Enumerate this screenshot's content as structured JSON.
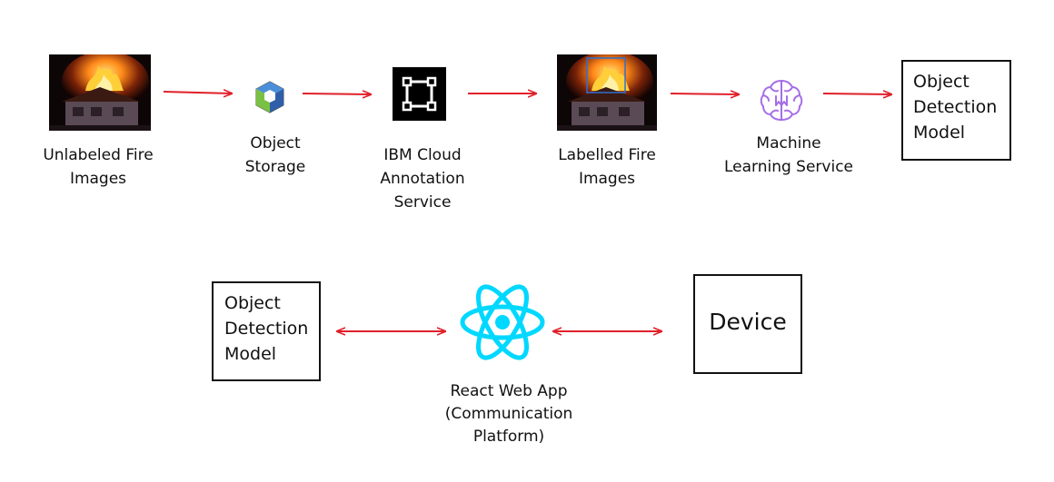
{
  "colors": {
    "arrow": "#e0202a",
    "react": "#00d8ff",
    "ml": "#a66ee8",
    "box_border": "#111111"
  },
  "icons": {
    "object_storage": "cube-storage-icon",
    "annotation": "bounding-square-icon",
    "ml": "brain-chip-icon",
    "react": "react-atom-icon"
  },
  "pipeline": {
    "unlabeled": {
      "line1": "Unlabeled Fire",
      "line2": "Images"
    },
    "storage": {
      "line1": "Object",
      "line2": "Storage"
    },
    "annotation": {
      "line1": "IBM Cloud",
      "line2": "Annotation",
      "line3": "Service"
    },
    "labelled": {
      "line1": "Labelled Fire",
      "line2": "Images"
    },
    "ml": {
      "line1": "Machine",
      "line2": "Learning Service"
    },
    "model": {
      "line1": "Object",
      "line2": "Detection",
      "line3": "Model"
    }
  },
  "deploy": {
    "model": {
      "line1": "Object",
      "line2": "Detection",
      "line3": "Model"
    },
    "react": {
      "line1": "React Web App",
      "line2": "(Communication",
      "line3": "Platform)"
    },
    "device": {
      "label": "Device"
    }
  }
}
